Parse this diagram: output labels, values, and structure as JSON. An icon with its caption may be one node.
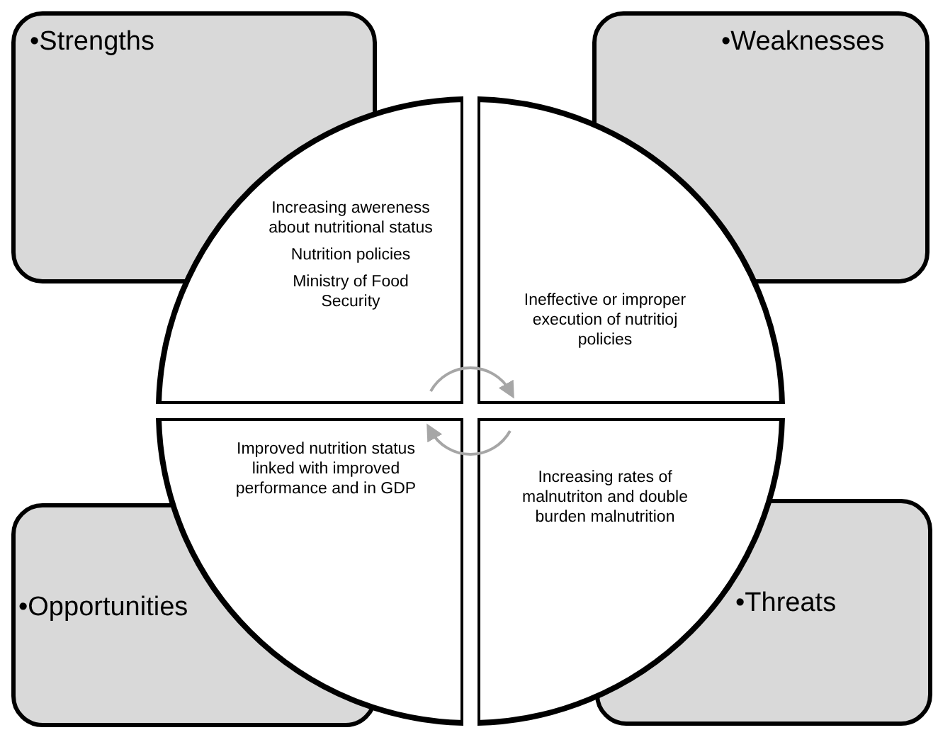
{
  "diagram": {
    "nodes": [
      {
        "text": [
          "•Strengths"
        ]
      },
      {
        "text": [
          "•Weaknesses"
        ]
      },
      {
        "text": [
          "•Opportunities"
        ]
      },
      {
        "text": [
          "•Threats"
        ]
      },
      {
        "text": [
          "Increasing awereness about nutritional status",
          "Nutrition policies",
          "Ministry of Food Security"
        ]
      },
      {
        "text": [
          "Ineffective or improper execution of nutritioj policies"
        ]
      },
      {
        "text": [
          "Improved nutrition status linked with improved performance and in GDP"
        ]
      },
      {
        "text": [
          "Increasing rates of malnutriton and double burden malnutrition"
        ]
      }
    ],
    "edges": [
      {
        "from": 4,
        "to": 5,
        "arrow": "to"
      },
      {
        "from": 7,
        "to": 6,
        "arrow": "to"
      }
    ]
  }
}
